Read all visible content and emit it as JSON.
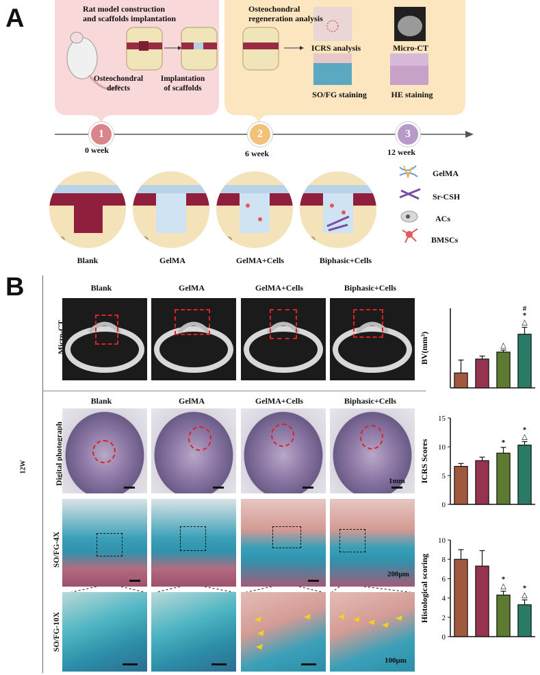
{
  "panel_a": {
    "letter": "A",
    "stage1_title": "Rat model construction\nand scaffolds implantation",
    "stage1_defect": "Osteochondral\ndefects",
    "stage1_implant": "Implantation\nof scaffolds",
    "stage2_title": "Osteochondral\nregeneration analysis",
    "analyses": [
      "ICRS analysis",
      "Micro-CT",
      "SO/FG staining",
      "HE staining"
    ],
    "timepoints": [
      {
        "num": "1",
        "label": "0 week",
        "color": "#d9858a"
      },
      {
        "num": "2",
        "label": "6 week",
        "color": "#f2c27a"
      },
      {
        "num": "3",
        "label": "12 week",
        "color": "#b89ac9"
      }
    ],
    "groups": [
      "Blank",
      "GelMA",
      "GelMA+Cells",
      "Biphasic+Cells"
    ],
    "legend": [
      "GelMA",
      "Sr-CSH",
      "ACs",
      "BMSCs"
    ]
  },
  "panel_b": {
    "letter": "B",
    "time_label": "12W",
    "groups": [
      "Blank",
      "GelMA",
      "GelMA+Cells",
      "Biphasic+Cells"
    ],
    "row_labels": [
      "Micro-CT",
      "Digital photograph",
      "SO/FG-4X",
      "SO/FG-10X"
    ],
    "scale_1mm": "1mm",
    "scale_200": "200μm",
    "scale_100": "100μm"
  },
  "colors": {
    "blank": "#a0583f",
    "gelma": "#96344f",
    "gelma_cells": "#5c7a32",
    "biphasic": "#2a7a67"
  },
  "chart_data": [
    {
      "type": "bar",
      "categories": [
        "Blank",
        "GelMA",
        "GelMA+Cells",
        "Biphasic+Cells"
      ],
      "values": [
        3.5,
        4.9,
        5.6,
        7.4
      ],
      "errors": [
        1.3,
        0.3,
        0.2,
        0.7
      ],
      "annotations": [
        "",
        "",
        "△",
        "#\n*\n△"
      ],
      "ylabel": "BV(mm³)",
      "ylim": [
        2,
        10
      ]
    },
    {
      "type": "bar",
      "categories": [
        "Blank",
        "GelMA",
        "GelMA+Cells",
        "Biphasic+Cells"
      ],
      "values": [
        6.6,
        7.6,
        8.9,
        10.3
      ],
      "errors": [
        0.5,
        0.6,
        1.0,
        0.6
      ],
      "annotations": [
        "",
        "",
        "*",
        "*\n△"
      ],
      "ylabel": "ICRS Scores",
      "ylim": [
        0,
        15
      ],
      "yticks": [
        0,
        5,
        10,
        15
      ]
    },
    {
      "type": "bar",
      "categories": [
        "Blank",
        "GelMA",
        "GelMA+Cells",
        "Biphasic+Cells"
      ],
      "values": [
        8.0,
        7.3,
        4.3,
        3.3
      ],
      "errors": [
        1.0,
        1.6,
        0.4,
        0.5
      ],
      "annotations": [
        "",
        "",
        "*\n△",
        "*\n△"
      ],
      "ylabel": "Histological scoring",
      "ylim": [
        0,
        10
      ],
      "yticks": [
        0,
        2,
        4,
        6,
        8,
        10
      ]
    }
  ]
}
